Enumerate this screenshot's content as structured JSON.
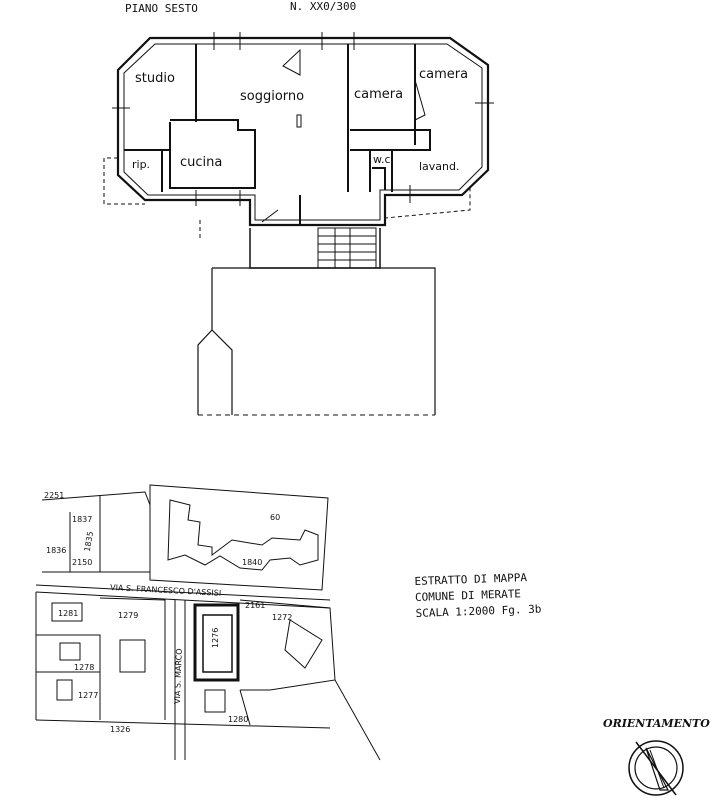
{
  "header": {
    "floor_label": "PIANO SESTO",
    "sheet_ref": "N. XX0/300"
  },
  "rooms": {
    "studio": "studio",
    "soggiorno": "soggiorno",
    "camera_1": "camera",
    "camera_2": "camera",
    "ripostiglio": "rip.",
    "cucina": "cucina",
    "wc": "w.c.",
    "lavanderia": "lavand."
  },
  "map": {
    "street": "VIA S. FRANCESCO D'ASSISI",
    "side_street": "VIA S. MARCO",
    "parcels": {
      "p2251": "2251",
      "p1837": "1837",
      "p1836": "1836",
      "p1835": "1835",
      "p2150": "2150",
      "p60": "60",
      "p1840": "1840",
      "p1281": "1281",
      "p1279": "1279",
      "p2161": "2161",
      "p1272": "1272",
      "p1278": "1278",
      "p1277": "1277",
      "p1326": "1326",
      "p1280": "1280",
      "p1276": "1276"
    }
  },
  "extract": {
    "line1": "ESTRATTO DI MAPPA",
    "line2": "COMUNE DI MERATE",
    "line3": "SCALA 1:2000 Fg. 3b"
  },
  "orientation": {
    "label": "ORIENTAMENTO",
    "icon": "north-arrow-icon"
  }
}
